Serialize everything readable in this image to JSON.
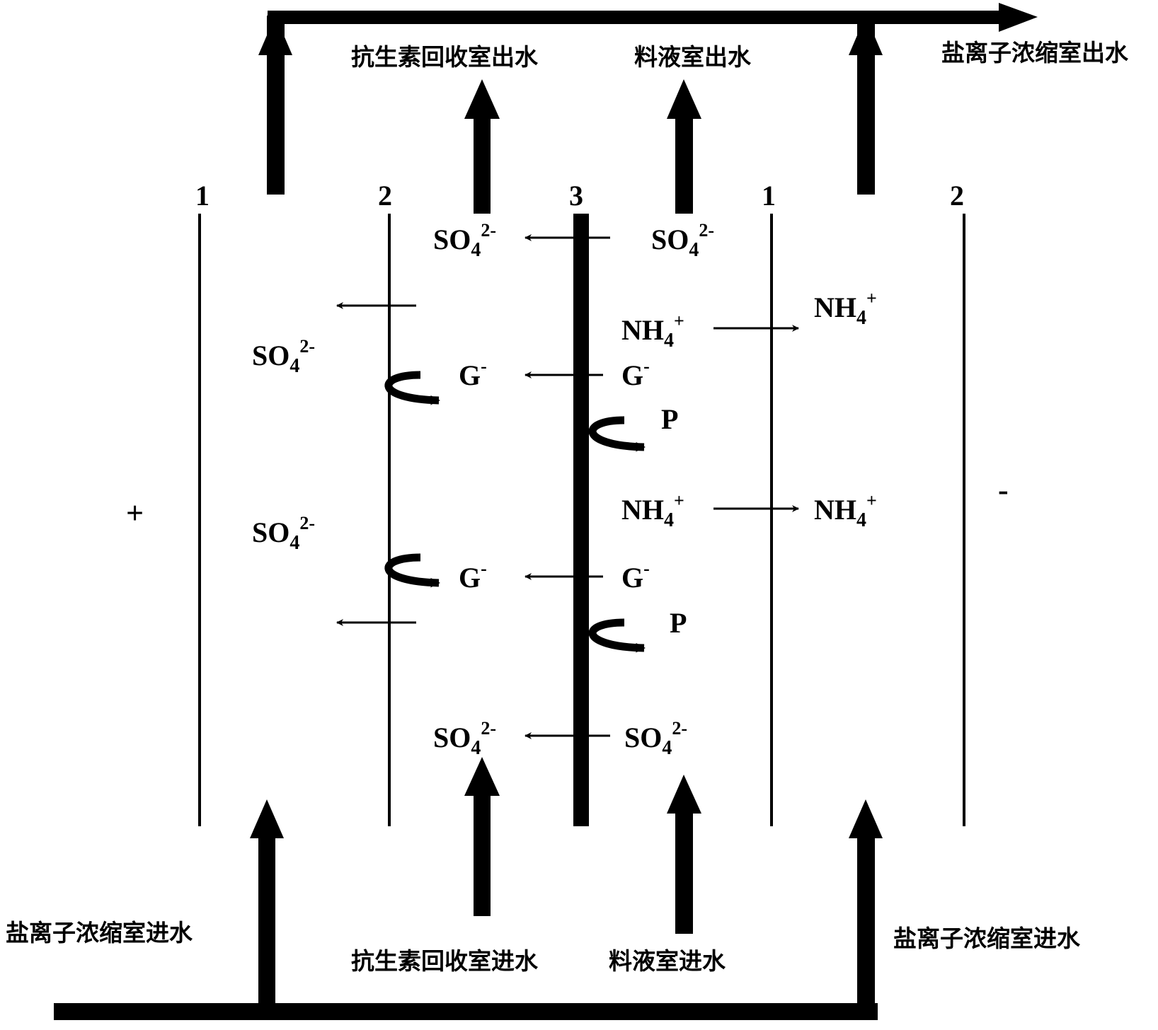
{
  "labels": {
    "top_left_outlet": "抗生素回收室出水",
    "top_mid_outlet": "料液室出水",
    "top_right_outlet": "盐离子浓缩室出水",
    "bottom_left_inlet": "盐离子浓缩室进水",
    "bottom_mid_left_inlet": "抗生素回收室进水",
    "bottom_mid_inlet": "料液室进水",
    "bottom_right_inlet": "盐离子浓缩室进水"
  },
  "membranes": {
    "m1a": "1",
    "m2a": "2",
    "m3": "3",
    "m1b": "1",
    "m2b": "2"
  },
  "electrodes": {
    "anode": "+",
    "cathode": "-"
  },
  "ions": {
    "so4_base": "SO",
    "so4_sub": "4",
    "so4_sup": "2-",
    "nh4_base": "NH",
    "nh4_sub": "4",
    "nh4_sup": "+",
    "g_base": "G",
    "g_sup": "-",
    "p": "P"
  }
}
